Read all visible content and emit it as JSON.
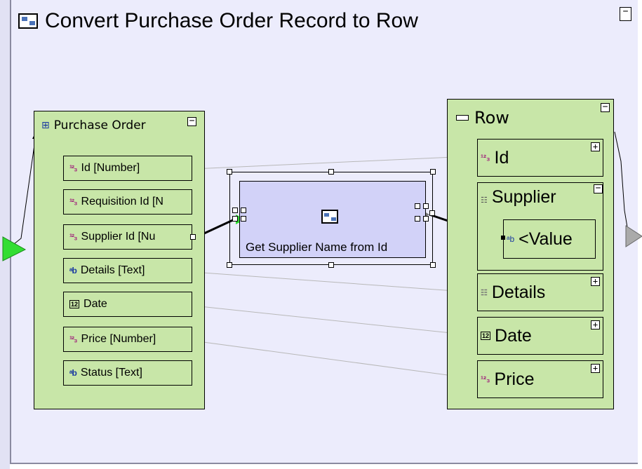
{
  "title": "Convert Purchase Order Record to Row",
  "outer_collapse": "−",
  "purchase_order": {
    "header": "Purchase Order",
    "collapse": "−",
    "fields": [
      {
        "icon": "¹²₃",
        "label": "Id [Number]"
      },
      {
        "icon": "¹²₃",
        "label": "Requisition Id [N"
      },
      {
        "icon": "¹²₃",
        "label": "Supplier Id [Nu"
      },
      {
        "icon": "ᵃb",
        "label": "Details [Text]"
      },
      {
        "icon": "12",
        "label": "Date"
      },
      {
        "icon": "¹²₃",
        "label": "Price [Number]"
      },
      {
        "icon": "ᵃb",
        "label": "Status [Text]"
      }
    ]
  },
  "function_node": {
    "label": "Get Supplier Name from Id"
  },
  "row": {
    "header": "Row",
    "collapse": "−",
    "id_label": "Id",
    "supplier_label": "Supplier",
    "supplier_value": "<Value",
    "details_label": "Details",
    "date_label": "Date",
    "price_label": "Price",
    "plus": "+"
  },
  "colors": {
    "canvas": "#ececfc",
    "record_panel": "#c8e6a8",
    "function_box": "#d2d2f8",
    "input_arrow": "#33dd33",
    "output_arrow": "#aaaaaa"
  }
}
